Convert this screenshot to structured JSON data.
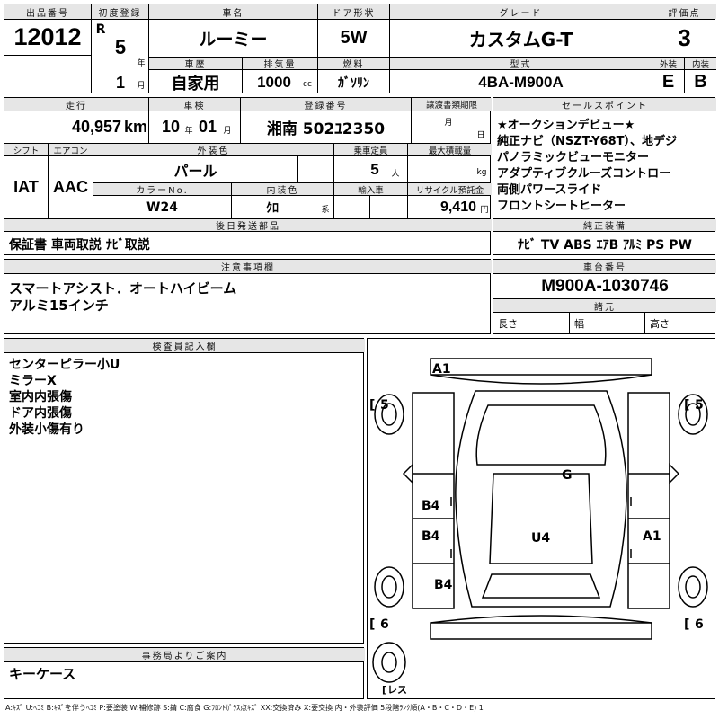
{
  "header": {
    "lot_no_label": "出品番号",
    "lot_no": "12012",
    "first_reg_label": "初度登録",
    "era": "R",
    "reg_year": "5",
    "year_unit": "年",
    "reg_month": "1",
    "month_unit": "月",
    "car_name_label": "車名",
    "car_name": "ルーミー",
    "door_label": "ドア形状",
    "door": "5W",
    "grade_label": "グレード",
    "grade": "カスタムG-T",
    "score_label": "評価点",
    "score": "3",
    "history_label": "車歴",
    "history": "自家用",
    "displacement_label": "排気量",
    "displacement": "1000",
    "displacement_unit": "cc",
    "fuel_label": "燃料",
    "fuel": "ｶﾞｿﾘﾝ",
    "model_label": "型式",
    "model": "4BA-M900A",
    "exterior_label": "外装",
    "exterior": "E",
    "interior_label": "内装",
    "interior": "B"
  },
  "row2": {
    "mileage_label": "走行",
    "mileage": "40,957",
    "mileage_unit": "km",
    "inspection_label": "車検",
    "insp_year": "10",
    "insp_year_unit": "年",
    "insp_month": "01",
    "insp_month_unit": "月",
    "regno_label": "登録番号",
    "regno": "湘南 502ﾕ2350",
    "transfer_label": "譲渡書類期限",
    "transfer_month_unit": "月",
    "transfer_day_unit": "日"
  },
  "row3": {
    "shift_label": "シフト",
    "shift": "IAT",
    "ac_label": "エアコン",
    "ac": "AAC",
    "color_label": "外装色",
    "color": "パール",
    "capacity_label": "乗車定員",
    "capacity": "5",
    "capacity_unit": "人",
    "load_label": "最大積載量",
    "load_unit": "kg",
    "color_no_label": "カラーNo.",
    "color_no": "W24",
    "int_color_label": "内装色",
    "int_color": "ｸﾛ",
    "int_color_unit": "系",
    "import_label": "輸入車",
    "recycle_label": "リサイクル預託金",
    "recycle": "9,410",
    "recycle_unit": "円"
  },
  "selling_points": {
    "label": "セールスポイント",
    "lines": [
      "★オークションデビュー★",
      "純正ナビ（NSZT-Y68T）、地デジ",
      "パノラミックビューモニター",
      "アダプティブクルーズコントロー",
      "両側パワースライド",
      "フロントシートヒーター"
    ]
  },
  "later_parts": {
    "label": "後日発送部品",
    "value": "保証書 車両取説 ﾅﾋﾞ取説"
  },
  "equipment": {
    "label": "純正装備",
    "value": "ﾅﾋﾞ TV ABS ｴｱB ｱﾙﾐ PS PW"
  },
  "notes": {
    "label": "注意事項欄",
    "lines": [
      "スマートアシスト．オートハイビーム",
      "アルミ15インチ"
    ]
  },
  "chassis": {
    "label": "車台番号",
    "value": "M900A-1030746"
  },
  "dimensions": {
    "label": "諸元",
    "length_label": "長さ",
    "width_label": "幅",
    "height_label": "高さ"
  },
  "inspector": {
    "label": "検査員記入欄",
    "lines": [
      "センターピラー小U",
      "ミラーX",
      "室内内張傷",
      "ドア内張傷",
      "外装小傷有り"
    ]
  },
  "office": {
    "label": "事務局よりご案内",
    "value": "キーケース"
  },
  "diagram": {
    "marks": [
      "A1",
      "G",
      "B4",
      "B4",
      "B4",
      "U4",
      "A1"
    ],
    "tire_fl": "5",
    "tire_fr": "5",
    "tire_rl": "6",
    "tire_rr": "6",
    "spare": "レス"
  },
  "legend": "A:ｷｽﾞ U:ﾍｺﾐ B:ｷｽﾞを伴うﾍｺﾐ P:要塗装 W:補修跡 S:錆 C:腐食 G:ﾌﾛﾝﾄｶﾞﾗｽ点ｷｽﾞ XX:交換済み X:要交換 内・外装評価 5段階ﾗﾝｸ順(A・B・C・D・E) 1"
}
